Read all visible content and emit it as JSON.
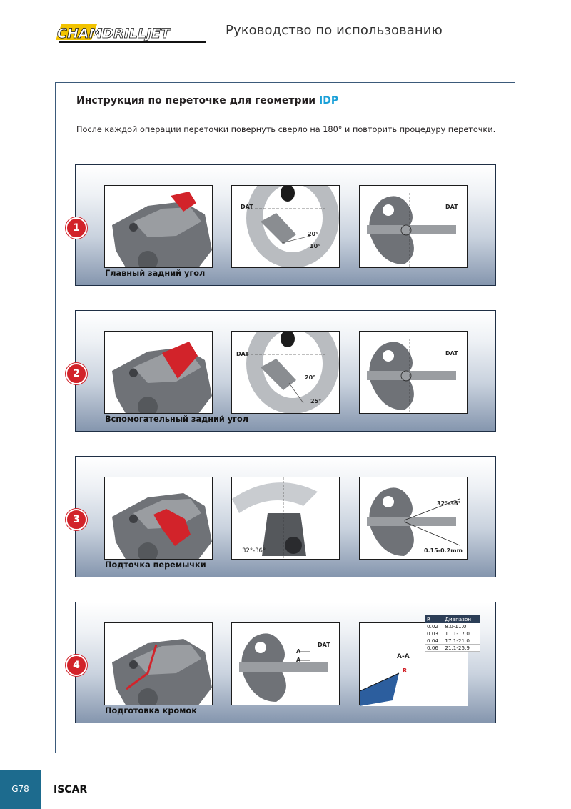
{
  "header": {
    "logo_text": "CHAMDRILLJET",
    "title": "Руководство по использованию"
  },
  "section": {
    "title_prefix": "Инструкция по переточке для геометрии ",
    "title_accent": "IDP",
    "intro": "После каждой операции переточки повернуть сверло на 180° и повторить процедуру переточки."
  },
  "steps": [
    {
      "number": "1",
      "caption": "Главный задний угол",
      "images": {
        "img2": [
          "DAT",
          "20°",
          "10°"
        ],
        "img3": [
          "DAT"
        ]
      }
    },
    {
      "number": "2",
      "caption": "Вспомогательный задний угол",
      "images": {
        "img2": [
          "DAT",
          "20°",
          "25°"
        ],
        "img3": [
          "DAT"
        ]
      }
    },
    {
      "number": "3",
      "caption": "Подточка перемычки",
      "images": {
        "img2": [
          "32°-36°"
        ],
        "img3": [
          "32°-36°",
          "0.15-0.2mm"
        ]
      }
    },
    {
      "number": "4",
      "caption": "Подготовка кромок",
      "images": {
        "img2": [
          "DAT",
          "A",
          "A"
        ],
        "img3": [
          "A-A",
          "R"
        ]
      },
      "rtable": {
        "headers": [
          "R",
          "Диапазон"
        ],
        "rows": [
          [
            "0.02",
            "8.0-11.0"
          ],
          [
            "0.03",
            "11.1-17.0"
          ],
          [
            "0.04",
            "17.1-21.0"
          ],
          [
            "0.06",
            "21.1-25.9"
          ]
        ]
      }
    }
  ],
  "footer": {
    "page_number": "G78",
    "brand": "ISCAR"
  },
  "colors": {
    "accent": "#1aa0d8",
    "badge": "#d2232a",
    "frame": "#3b5a7a",
    "footer_box": "#1d6b8e"
  }
}
